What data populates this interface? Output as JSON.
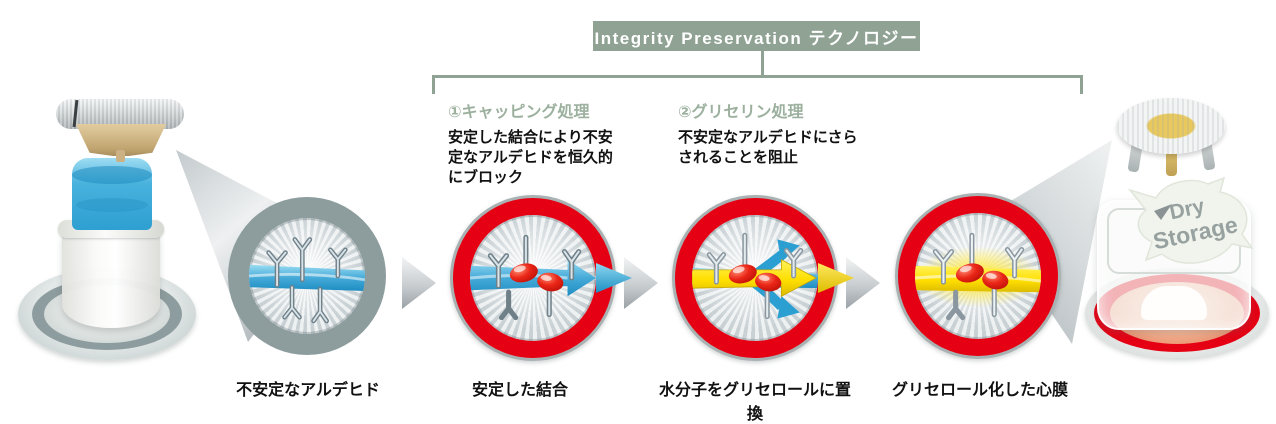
{
  "banner": {
    "label": "Integrity Preservation テクノロジー"
  },
  "process_notes": [
    {
      "heading": "①キャッピング処理",
      "body": "安定した結合により不安定なアルデヒドを恒久的にブロック"
    },
    {
      "heading": "②グリセリン処理",
      "body": "不安定なアルデヒドにさらされることを阻止"
    }
  ],
  "stages": [
    {
      "caption": "不安定なアルデヒド"
    },
    {
      "caption": "安定した結合"
    },
    {
      "caption": "水分子をグリセロールに置換"
    },
    {
      "caption": "グリセロール化した心膜"
    }
  ],
  "dry_storage": {
    "line1": "Dry",
    "line2": "Storage"
  },
  "colors": {
    "accent_sage": "#8fa293",
    "heading_green": "#9cb09e",
    "ring_gray": "#8d9c9d",
    "alert_red": "#e50013",
    "band_blue": "#2d9fd1",
    "band_yellow": "#ffdf00"
  }
}
